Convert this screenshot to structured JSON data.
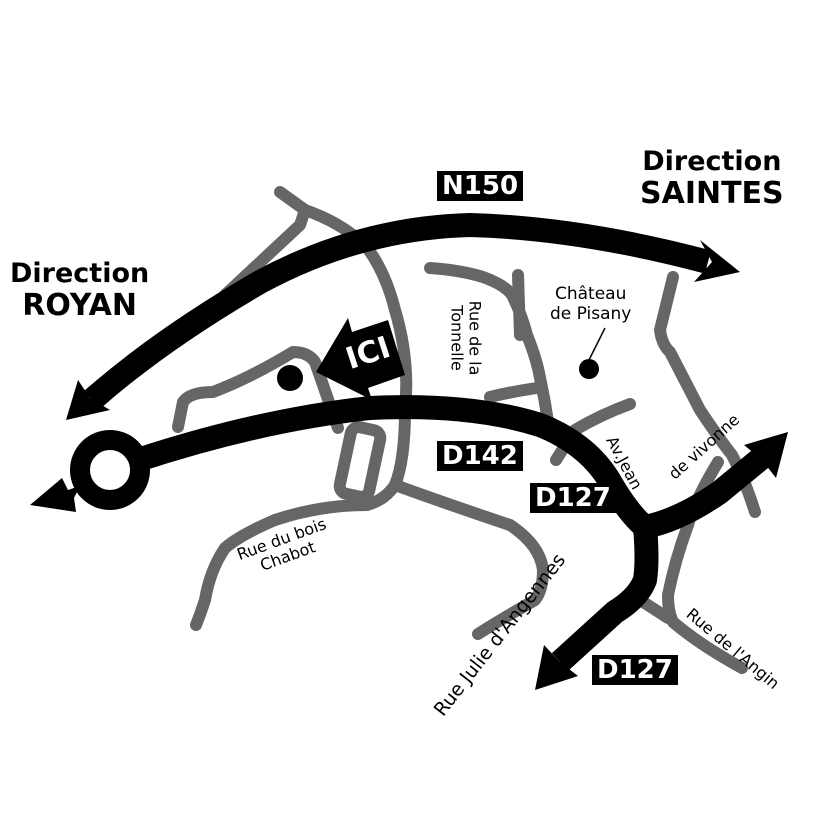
{
  "directions": {
    "saintes": {
      "line1": "Direction",
      "line2": "SAINTES"
    },
    "royan": {
      "line1": "Direction",
      "line2": "ROYAN"
    }
  },
  "road_badges": {
    "n150": "N150",
    "d142": "D142",
    "d127_north": "D127",
    "d127_south": "D127"
  },
  "here_marker": "ICI",
  "landmark": {
    "line1": "Château",
    "line2": "de Pisany"
  },
  "streets": {
    "tonnelle": {
      "line1": "Rue de la",
      "line2": "Tonnelle"
    },
    "av_jean": "Av.Jean",
    "vivonne": "de vivonne",
    "julie": "Rue Julie d'Angennes",
    "angin": "Rue de l'Angin",
    "bois_chabot": {
      "line1": "Rue du bois",
      "line2": "Chabot"
    }
  },
  "colors": {
    "route": "#000000",
    "road": "#666666",
    "background": "#ffffff"
  }
}
